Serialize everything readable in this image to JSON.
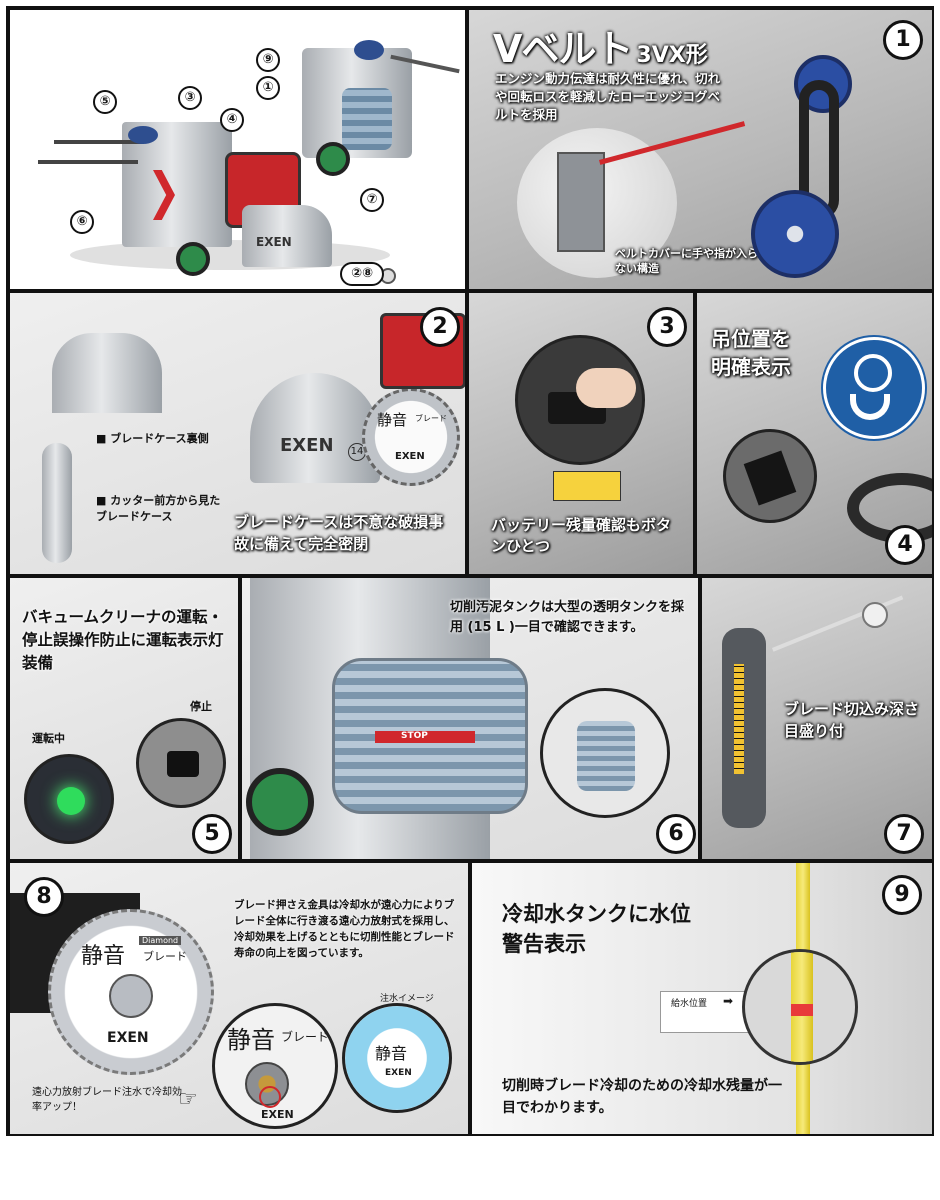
{
  "overview": {
    "callouts": [
      "⑤",
      "③",
      "④",
      "⑥",
      "⑦",
      "⑨",
      "①",
      "②⑧"
    ],
    "blade_case_logo": "EXEN"
  },
  "panel1": {
    "number": "1",
    "title_main": "Vベルト",
    "title_sub": "3VX形",
    "description": "エンジン動力伝達は耐久性に優れ、切れや回転ロスを軽減したローエッジコグベルトを採用",
    "cover_note": "ベルトカバーに手や指が入らない構造"
  },
  "panel2": {
    "number": "2",
    "label_back": "■ ブレードケース裏側",
    "label_front": "■ カッター前方から見たブレードケース",
    "headline": "ブレードケースは不意な破損事故に備えて完全密閉",
    "case_logo": "EXEN",
    "case_size": "14",
    "blade_brand": "静音",
    "blade_sub": "ブレード",
    "blade_logo": "EXEN"
  },
  "panel3": {
    "number": "3",
    "headline": "バッテリー残量確認もボタンひとつ"
  },
  "panel4": {
    "number": "4",
    "headline": "吊位置を明確表示"
  },
  "panel5": {
    "number": "5",
    "headline": "バキュームクリーナの運転・停止誤操作防止に運転表示灯装備",
    "label_running": "運転中",
    "label_stop": "停止"
  },
  "panel6": {
    "number": "6",
    "headline": "切削汚泥タンクは大型の透明タンクを採用 (15 L )一目で確認できます。",
    "tank_band_text": "STOP"
  },
  "panel7": {
    "number": "7",
    "headline": "ブレード切込み深さ目盛り付"
  },
  "panel8": {
    "number": "8",
    "description": "ブレード押さえ金具は冷却水が遠心力によりブレード全体に行き渡る遠心力放射式を採用し、冷却効果を上げるとともに切削性能とブレード寿命の向上を図っています。",
    "blade_brand": "静音",
    "blade_diamond": "Diamond",
    "blade_sub": "ブレード",
    "blade_logo": "EXEN",
    "zoom_brand": "静音",
    "zoom_sub": "ブレード",
    "zoom_logo": "EXEN",
    "image_label": "注水イメージ",
    "water_brand": "静音",
    "water_logo": "EXEN",
    "note": "遠心力放射ブレード注水で冷却効率アップ！"
  },
  "panel9": {
    "number": "9",
    "headline": "冷却水タンクに水位警告表示",
    "tank_label": "給水位置",
    "footer": "切削時ブレード冷却のための冷却水残量が一目でわかります。"
  },
  "colors": {
    "accent_red": "#d0282c",
    "badge_blue": "#1f5fa6",
    "frame_black": "#111111",
    "belt_blue": "#2b4ea3"
  }
}
